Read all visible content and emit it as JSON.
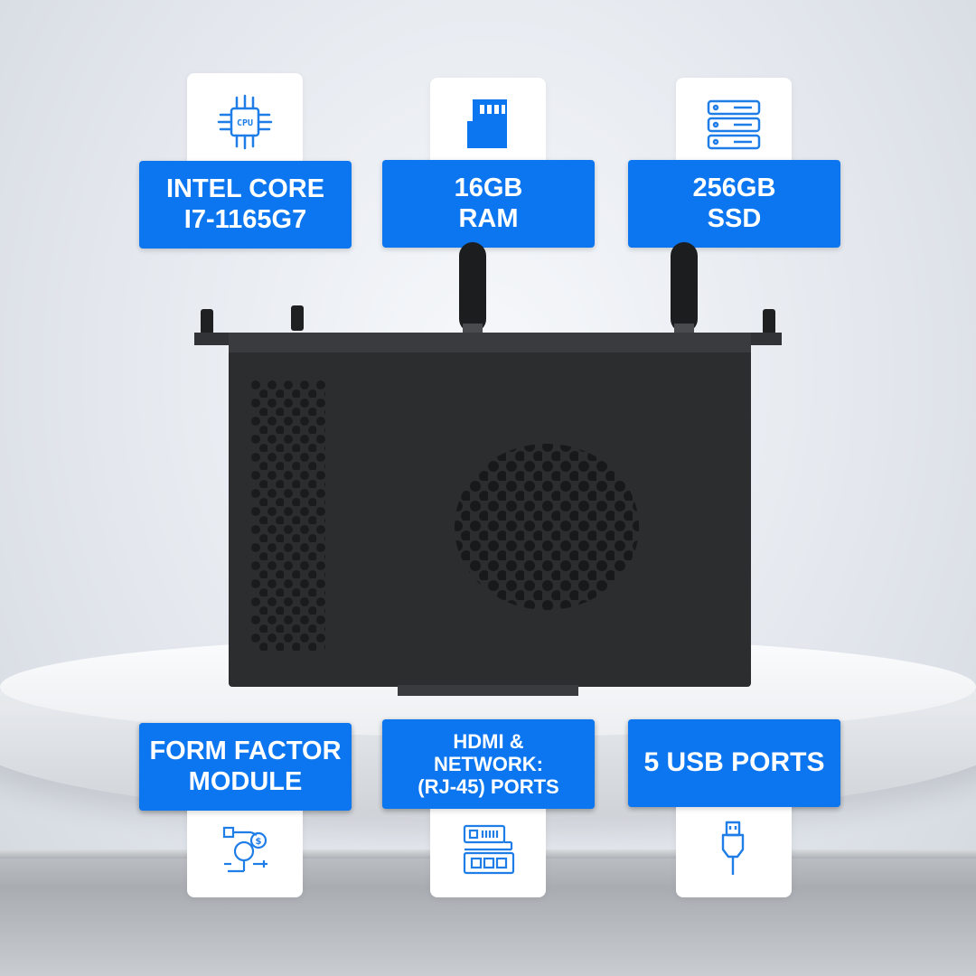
{
  "colors": {
    "accent": "#0b76f0",
    "card": "#ffffff",
    "device": "#2c2d2f"
  },
  "top_features": [
    {
      "label": "INTEL CORE\nI7-1165G7",
      "icon": "cpu-icon"
    },
    {
      "label": "16GB\nRAM",
      "icon": "memory-card-icon"
    },
    {
      "label": "256GB\nSSD",
      "icon": "storage-server-icon"
    }
  ],
  "bottom_features": [
    {
      "label": "FORM FACTOR\nMODULE",
      "icon": "network-diagram-icon"
    },
    {
      "label": "HDMI &\nNETWORK:\n(RJ-45) PORTS",
      "icon": "ports-icon"
    },
    {
      "label": "5 USB PORTS",
      "icon": "usb-plug-icon"
    }
  ]
}
